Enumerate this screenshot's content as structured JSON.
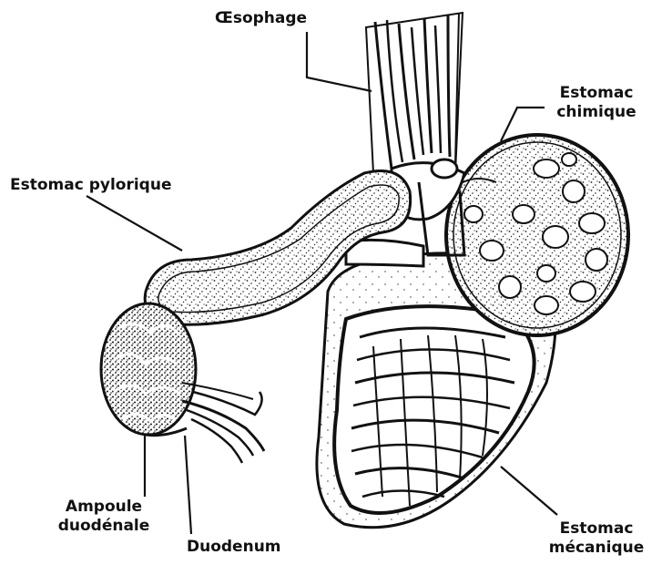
{
  "labels": {
    "oesophage": "Œsophage",
    "estomac_chimique_l1": "Estomac",
    "estomac_chimique_l2": "chimique",
    "estomac_pylorique": "Estomac pylorique",
    "ampoule_l1": "Ampoule",
    "ampoule_l2": "duodénale",
    "duodenum": "Duodenum",
    "estomac_mecanique_l1": "Estomac",
    "estomac_mecanique_l2": "mécanique"
  },
  "colors": {
    "ink": "#111111",
    "paper": "#ffffff",
    "shade": "#3a3a3a"
  }
}
